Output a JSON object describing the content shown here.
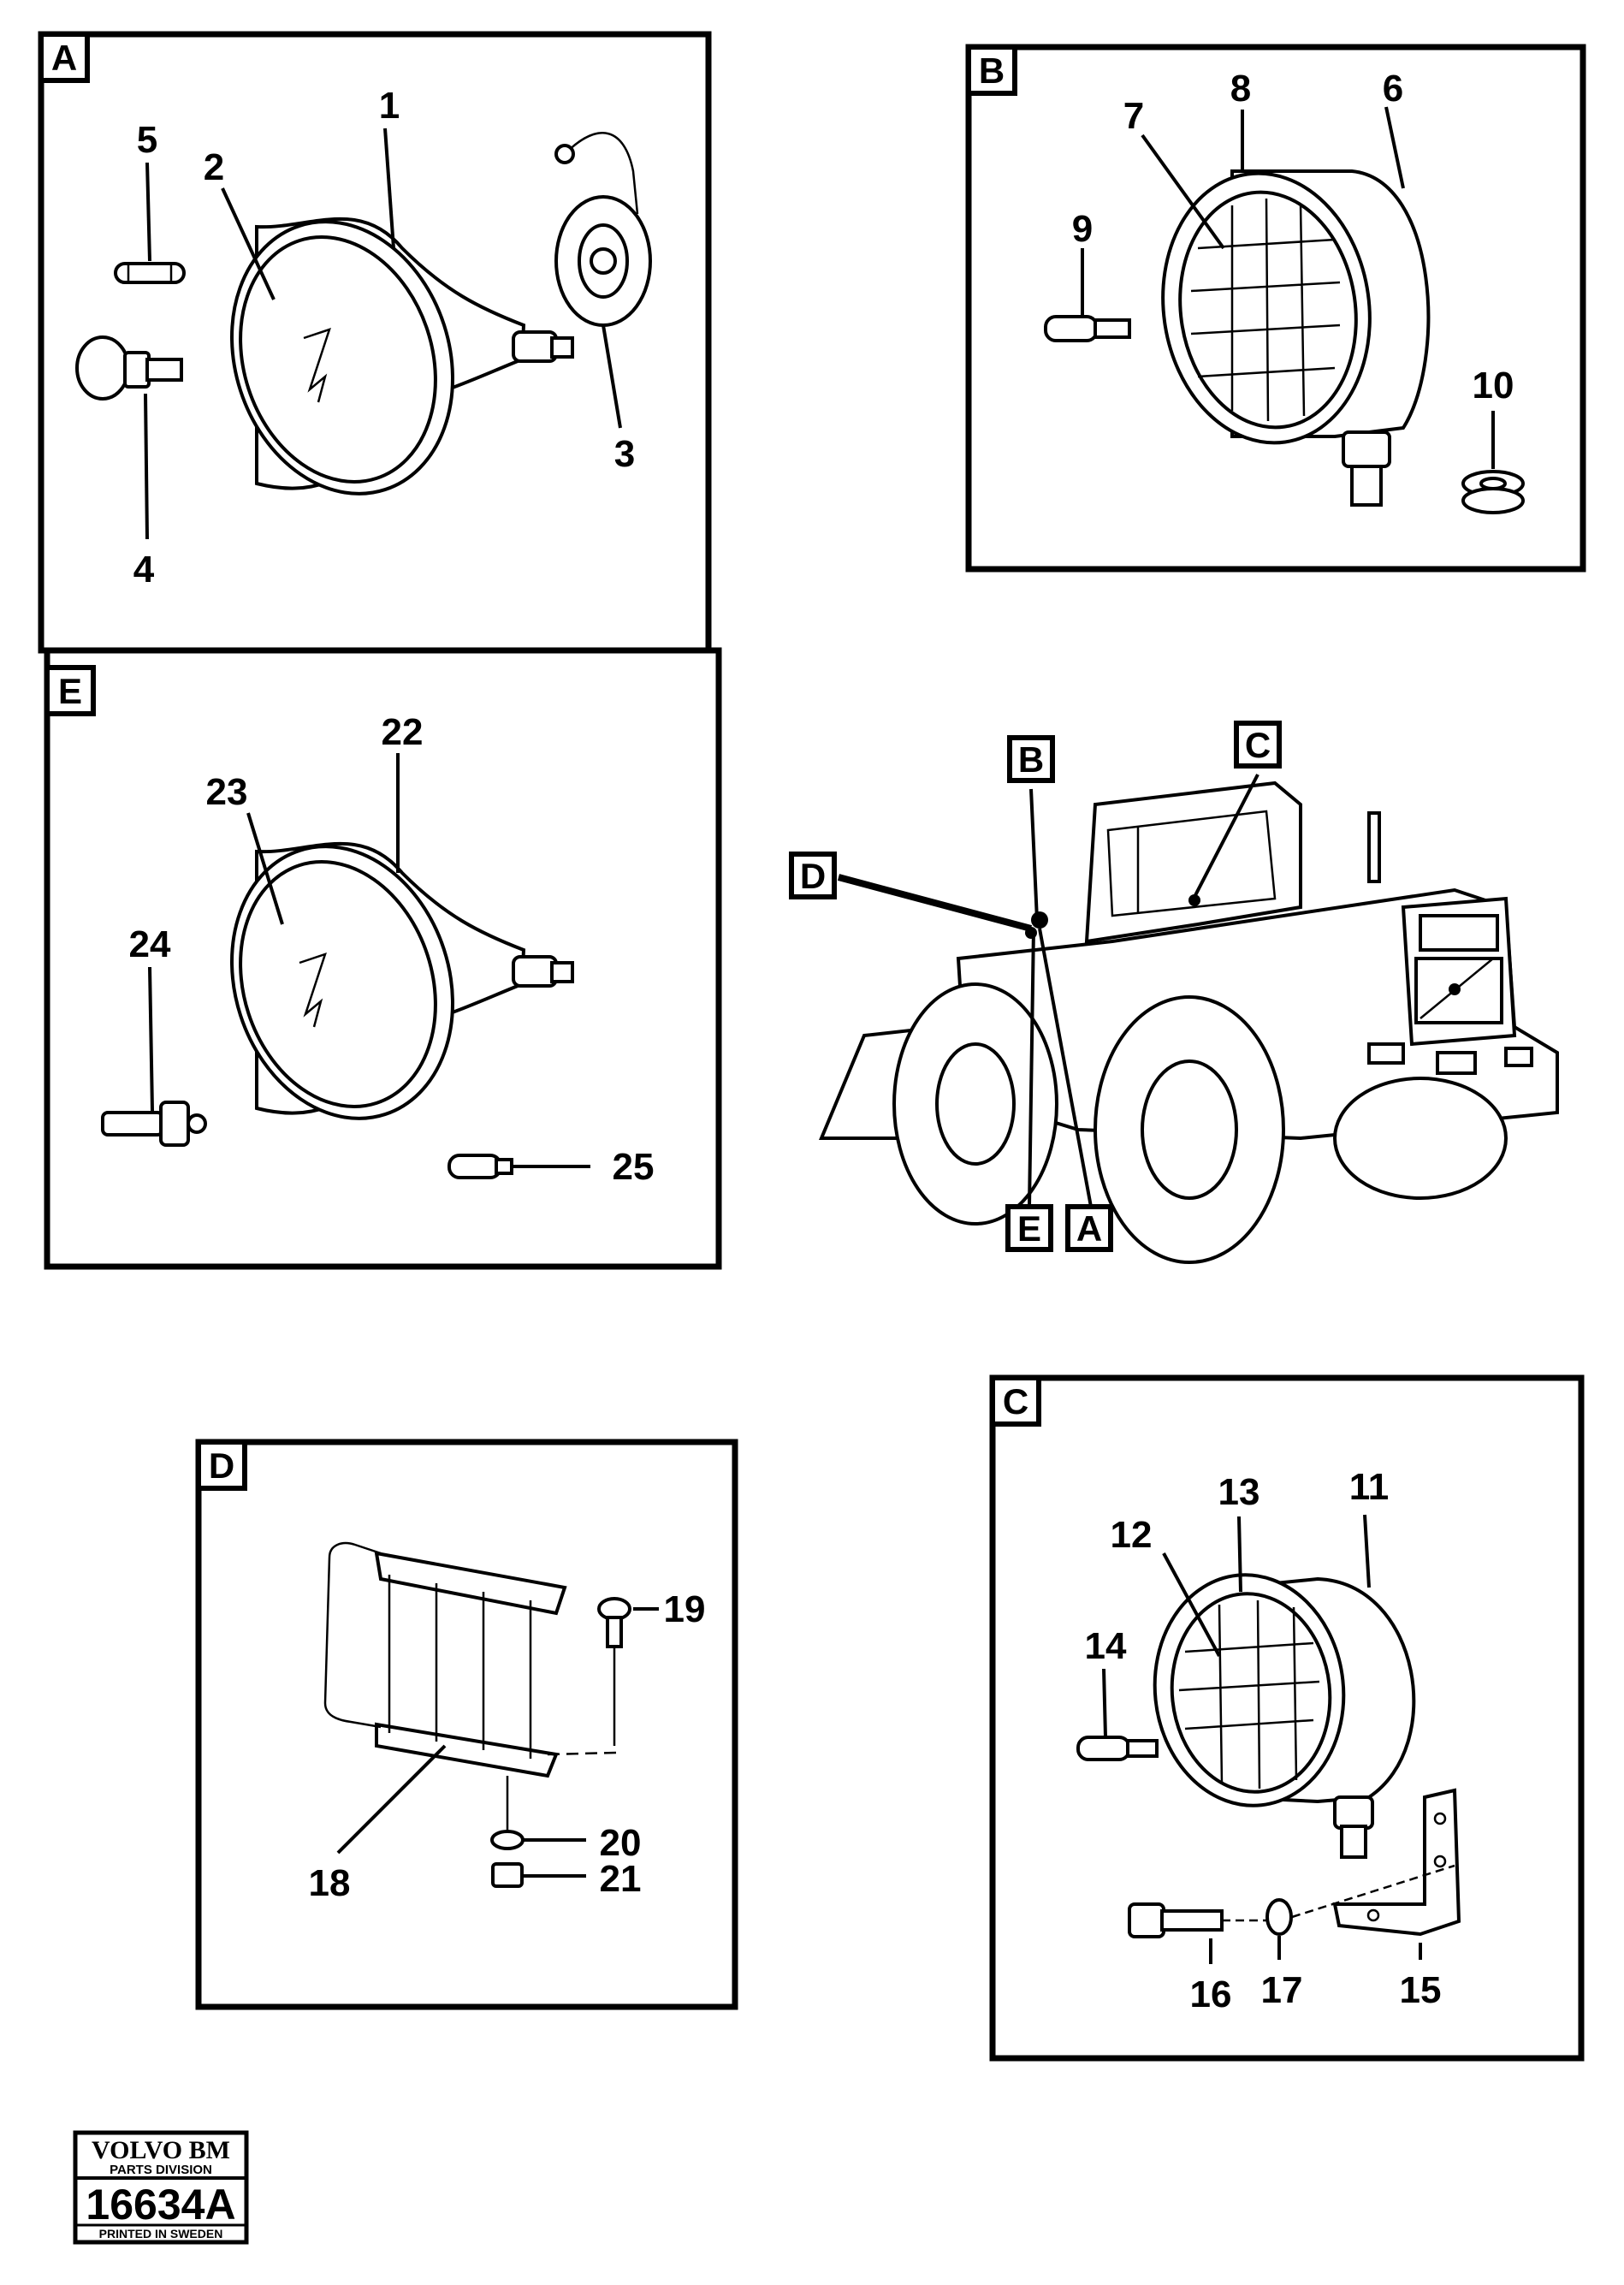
{
  "panels": {
    "A": {
      "letter": "A",
      "callouts": [
        "1",
        "2",
        "3",
        "4",
        "5"
      ]
    },
    "B": {
      "letter": "B",
      "callouts": [
        "6",
        "7",
        "8",
        "9",
        "10"
      ]
    },
    "E": {
      "letter": "E",
      "callouts": [
        "22",
        "23",
        "24",
        "25"
      ]
    },
    "D": {
      "letter": "D",
      "callouts": [
        "18",
        "19",
        "20",
        "21"
      ]
    },
    "C": {
      "letter": "C",
      "callouts": [
        "11",
        "12",
        "13",
        "14",
        "15",
        "16",
        "17"
      ]
    }
  },
  "overview": {
    "tags": [
      "B",
      "C",
      "D",
      "E",
      "A"
    ]
  },
  "stamp": {
    "brand": "VOLVO BM",
    "division": "PARTS DIVISION",
    "code": "16634A",
    "origin": "PRINTED IN SWEDEN"
  }
}
